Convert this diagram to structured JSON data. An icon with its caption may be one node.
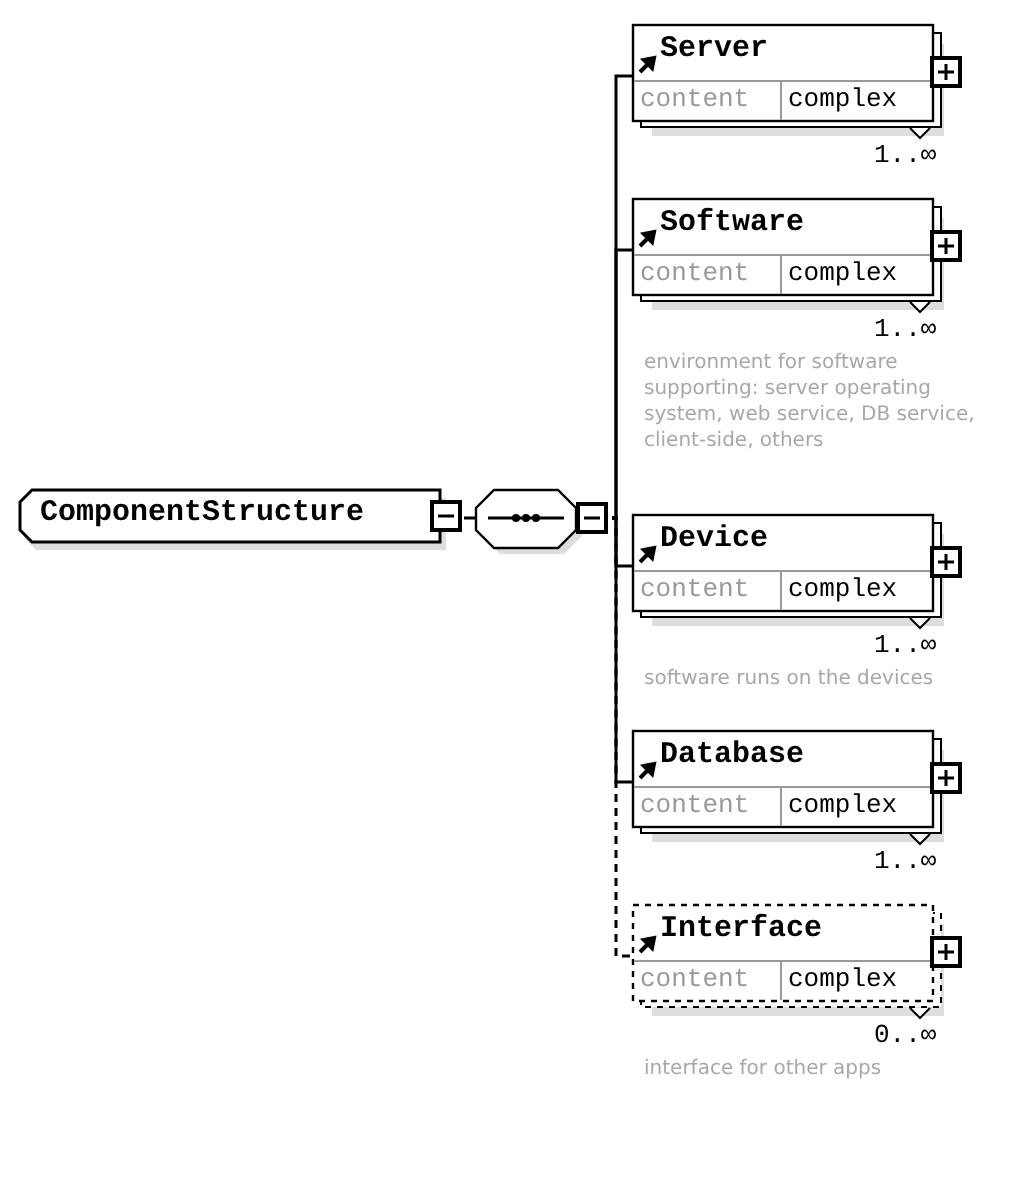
{
  "diagram": {
    "nodes": [
      {
        "text": [
          "ComponentStructure"
        ]
      },
      {
        "text": [],
        "shape": "octagon"
      },
      {
        "text": [
          "Server",
          "content",
          "complex"
        ],
        "beside": [
          "1..∞"
        ]
      },
      {
        "text": [
          "Software",
          "content",
          "complex"
        ],
        "beside": [
          "1..∞",
          "environment for software supporting: server operating system, web service, DB service, client-side, others"
        ]
      },
      {
        "text": [
          "Device",
          "content",
          "complex"
        ],
        "beside": [
          "1..∞",
          "software runs on the devices"
        ]
      },
      {
        "text": [
          "Database",
          "content",
          "complex"
        ],
        "beside": [
          "1..∞"
        ]
      },
      {
        "text": [
          "Interface",
          "content",
          "complex"
        ],
        "beside": [
          "0..∞",
          "interface for other apps"
        ]
      }
    ],
    "edges": [
      {
        "from": 0,
        "to": 1,
        "arrow": "none"
      },
      {
        "from": 1,
        "to": 2,
        "arrow": "none"
      },
      {
        "from": 1,
        "to": 3,
        "arrow": "none"
      },
      {
        "from": 1,
        "to": 4,
        "arrow": "none"
      },
      {
        "from": 1,
        "to": 5,
        "arrow": "none"
      },
      {
        "from": 1,
        "to": 6,
        "arrow": "none",
        "style": "dashed"
      }
    ]
  }
}
